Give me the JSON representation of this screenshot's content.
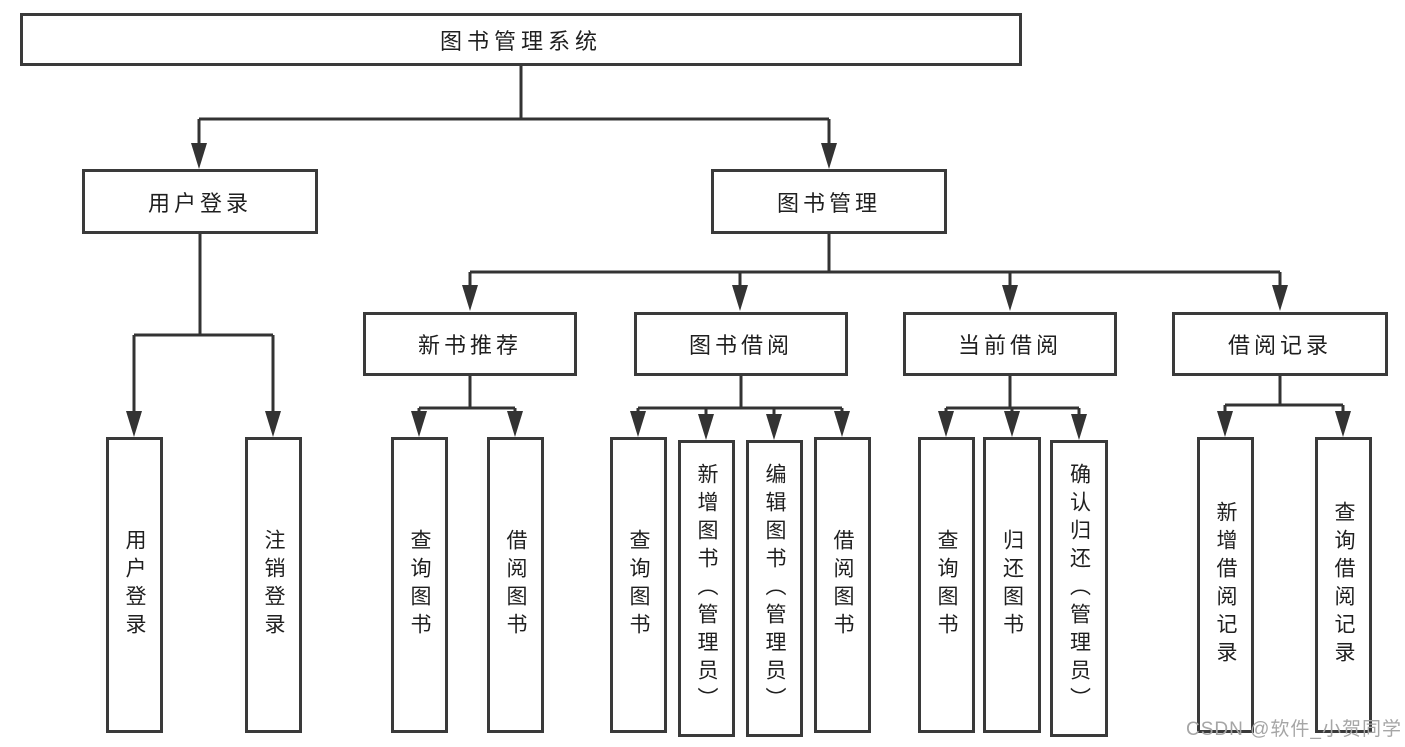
{
  "diagram": {
    "root": {
      "label": "图书管理系统"
    },
    "level2": {
      "user_login": {
        "label": "用户登录"
      },
      "book_management": {
        "label": "图书管理"
      }
    },
    "level3": {
      "new_book_recommend": {
        "label": "新书推荐"
      },
      "book_borrow": {
        "label": "图书借阅"
      },
      "current_borrow": {
        "label": "当前借阅"
      },
      "borrow_record": {
        "label": "借阅记录"
      }
    },
    "leaves": {
      "user_login": [
        {
          "label": "用户登录"
        },
        {
          "label": "注销登录"
        }
      ],
      "new_book_recommend": [
        {
          "label": "查询图书"
        },
        {
          "label": "借阅图书"
        }
      ],
      "book_borrow": [
        {
          "label": "查询图书"
        },
        {
          "label": "新增图书（管理员）"
        },
        {
          "label": "编辑图书（管理员）"
        },
        {
          "label": "借阅图书"
        }
      ],
      "current_borrow": [
        {
          "label": "查询图书"
        },
        {
          "label": "归还图书"
        },
        {
          "label": "确认归还（管理员）"
        }
      ],
      "borrow_record": [
        {
          "label": "新增借阅记录"
        },
        {
          "label": "查询借阅记录"
        }
      ]
    },
    "watermark": "CSDN @软件_小贺同学",
    "colors": {
      "line": "#333333",
      "border": "#3a3a3a",
      "text": "#1f1f1f",
      "box_background": "#ffffff",
      "watermark": "#a6a6a6"
    }
  }
}
